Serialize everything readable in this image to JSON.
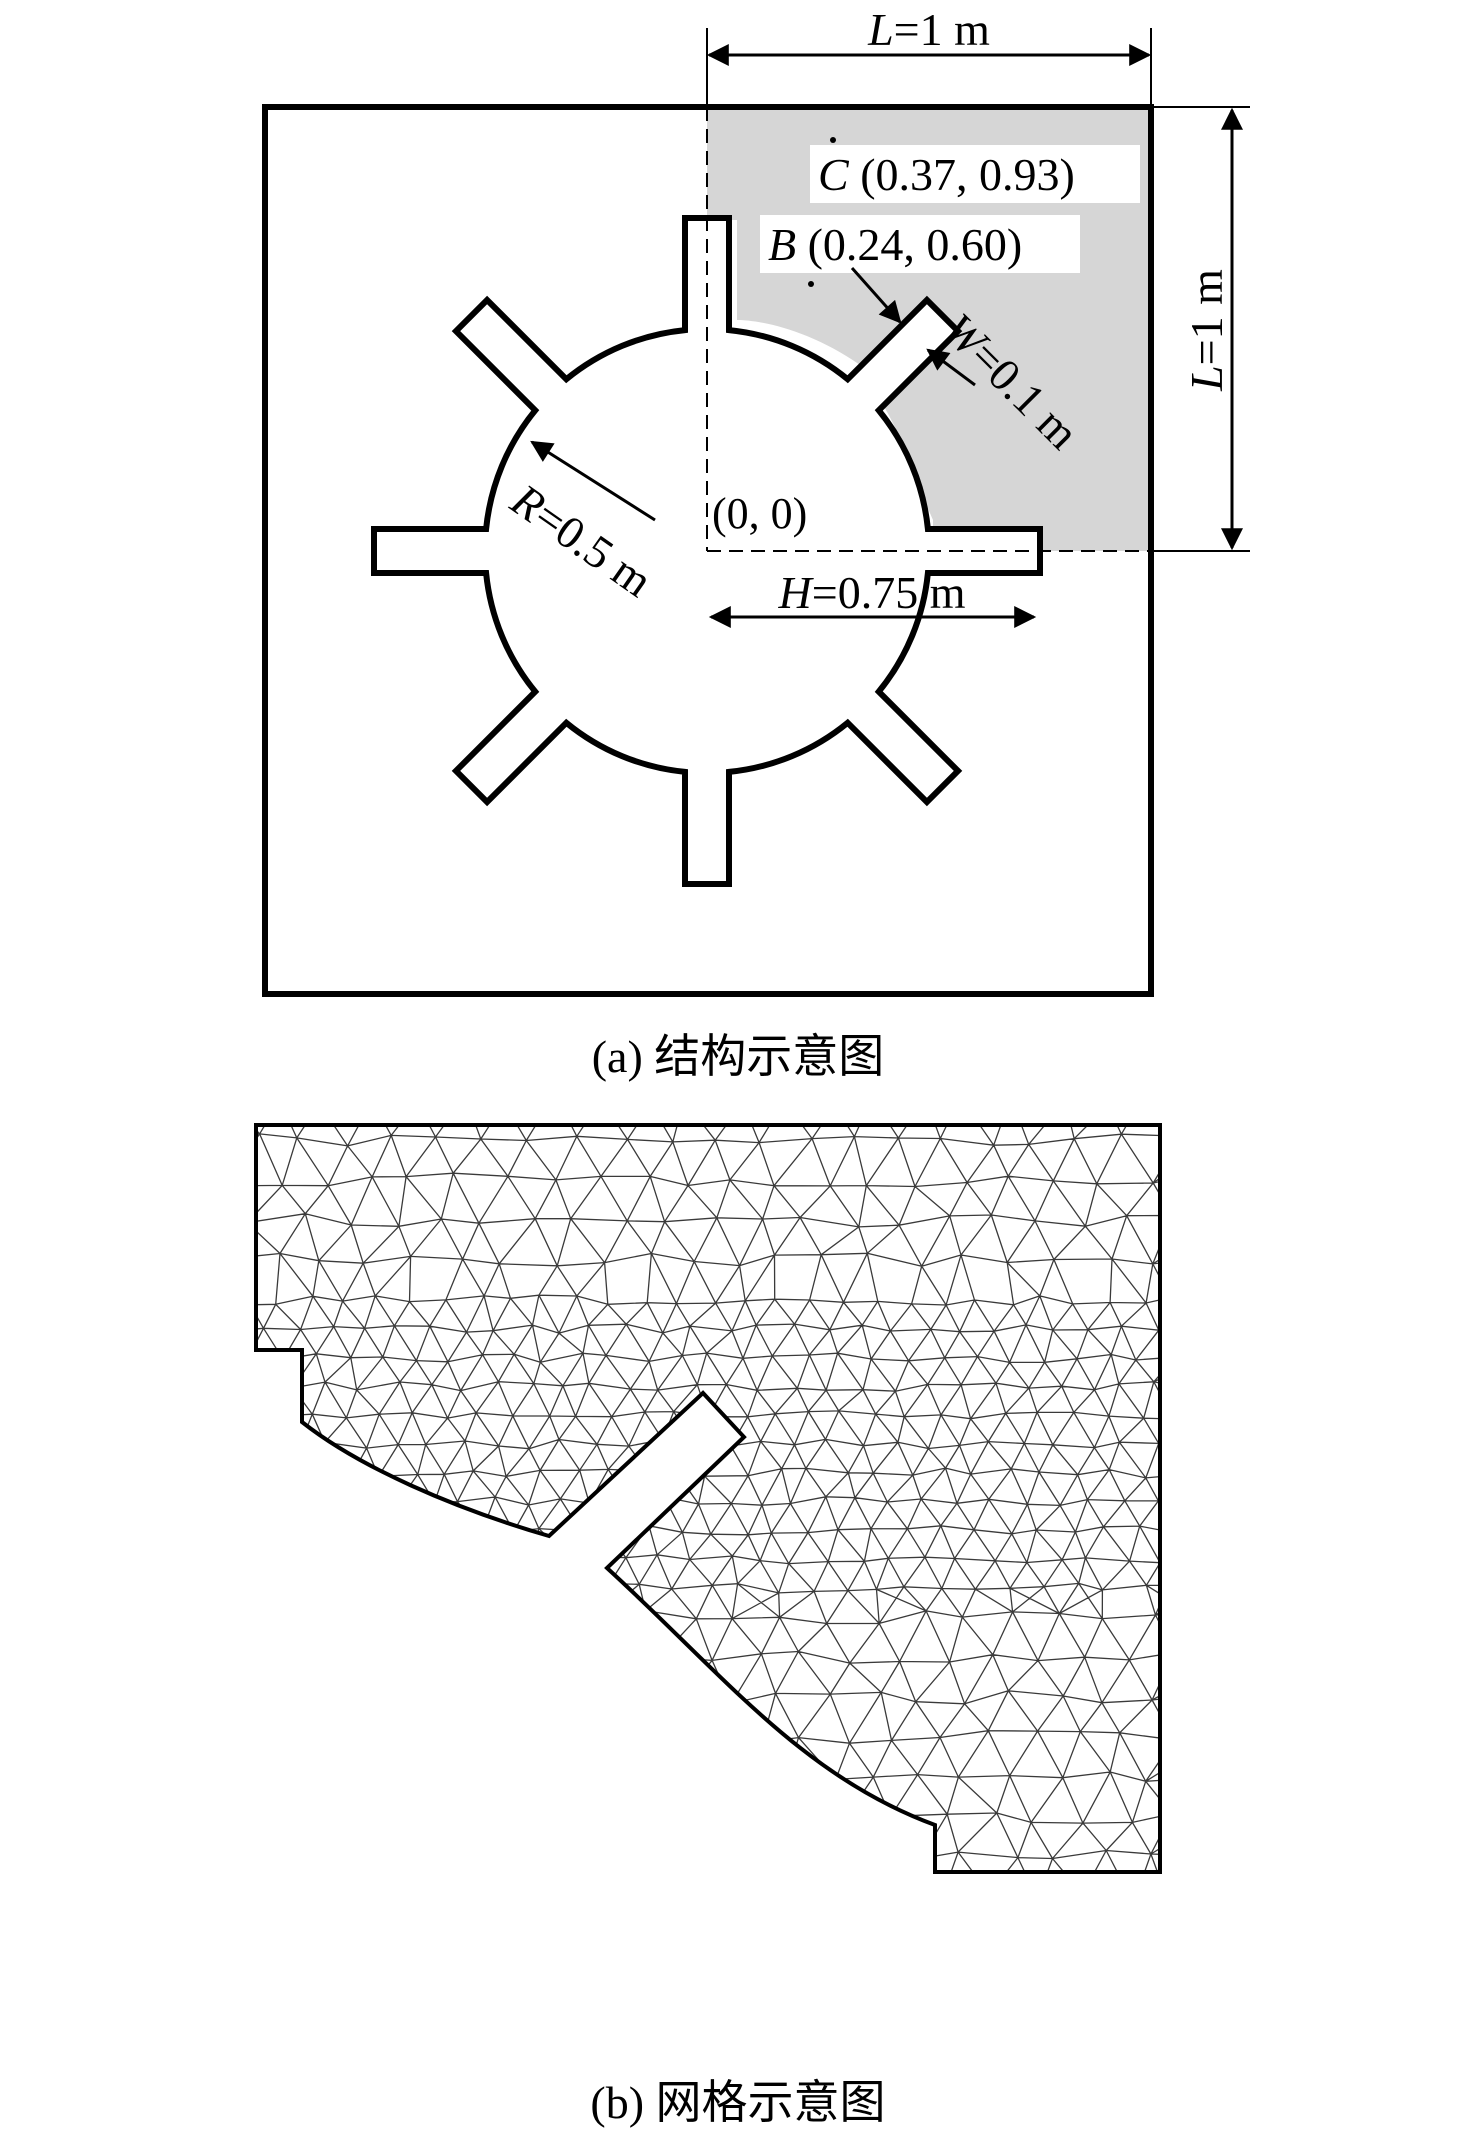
{
  "figure_a": {
    "dim_top": {
      "var": "L",
      "rest": "=1 m"
    },
    "dim_right": {
      "var": "L",
      "rest": "=1 m"
    },
    "point_c": {
      "var": "C",
      "rest": " (0.37, 0.93)"
    },
    "point_b": {
      "var": "B",
      "rest": " (0.24, 0.60)"
    },
    "width_label": {
      "var": "W",
      "rest": "=0.1 m"
    },
    "radius_label": {
      "var": "R",
      "rest": "=0.5 m"
    },
    "origin_label": "(0, 0)",
    "slot_label": {
      "var": "H",
      "rest": "=0.75 m"
    },
    "caption": "(a) 结构示意图"
  },
  "figure_b": {
    "caption": "(b) 网格示意图"
  },
  "colors": {
    "shaded_region": "#d6d6d6",
    "line": "#000000",
    "mesh": "#3a3a3a"
  }
}
